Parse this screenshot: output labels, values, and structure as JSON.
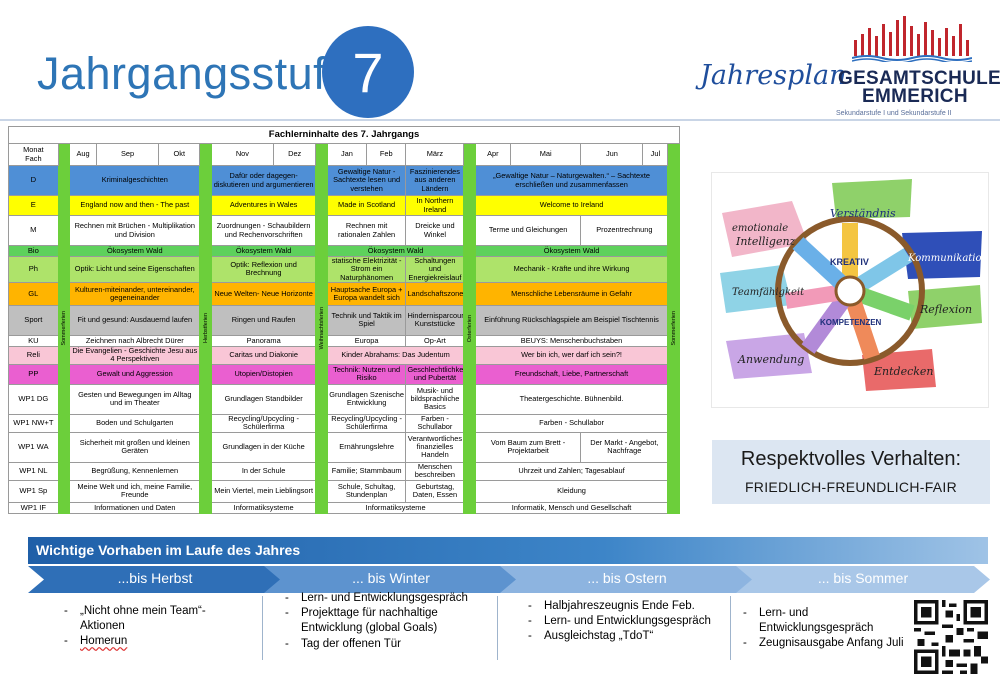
{
  "header": {
    "title": "Jahrgangsstufe",
    "grade": "7",
    "logo_script": "Jahresplan",
    "logo_name_line1": "GESAMTSCHULE",
    "logo_name_line2": "EMMERICH",
    "logo_sub": "Sekundarstufe I und Sekundarstufe II"
  },
  "table": {
    "title": "Fachlerninhalte des  7. Jahrgangs",
    "corner_line1": "Monat",
    "corner_line2": "Fach",
    "months": {
      "aug": "Aug",
      "sep": "Sep",
      "okt": "Okt",
      "nov": "Nov",
      "dez": "Dez",
      "jan": "Jan",
      "feb": "Feb",
      "maerz": "März",
      "apr": "Apr",
      "mai": "Mai",
      "jun": "Jun",
      "jul": "Jul"
    },
    "breaks": {
      "b1": "Sommerferien",
      "b2": "Herbstferien",
      "b3": "Weihnachtsferien",
      "b4": "Osterferien",
      "b5": "Sommerferien"
    },
    "rows": [
      {
        "subject": "D",
        "color": "#4f8fd6",
        "p1": "Kriminalgeschichten",
        "p2": "Dafür oder dagegen- diskutieren und argumentieren",
        "p3a": "Gewaltige Natur - Sachtexte lesen und verstehen",
        "p3b": "Faszinierendes aus anderen Ländern",
        "p4": "„Gewaltige Natur – Naturgewalten.“ – Sachtexte erschließen und zusammenfassen"
      },
      {
        "subject": "E",
        "color": "#ffff00",
        "p1": "England now and then - The past",
        "p2": "Adventures in Wales",
        "p3a": "Made in Scotland",
        "p3b": "In Northern Ireland",
        "p4": "Welcome to Ireland"
      },
      {
        "subject": "M",
        "color": "#ffffff",
        "p1": "Rechnen mit Brüchen - Multiplikation und Division",
        "p2": "Zuordnungen - Schaubildern und Rechenvorschriften",
        "p3a": "Rechnen mit rationalen Zahlen",
        "p3b": "Dreicke und Winkel",
        "p4a": "Terme und Gleichungen",
        "p4b": "Prozentrechnung"
      },
      {
        "subject": "Bio",
        "color": "#5ed15c",
        "p1": "Ökosystem Wald",
        "p2": "Ökosystem Wald",
        "p3": "Ökosystem Wald",
        "p4": "Ökosystem Wald"
      },
      {
        "subject": "Ph",
        "color": "#aee36a",
        "p1": "Optik: Licht und seine Eigenschaften",
        "p2": "Optik: Reflexion und Brechnung",
        "p3a": "statische Elektrizität - Strom ein Naturphänomen",
        "p3b": "Schaltungen und Energiekreislauf",
        "p4": "Mechanik - Kräfte und ihre Wirkung"
      },
      {
        "subject": "GL",
        "color": "#ffb400",
        "p1": "Kulturen-miteinander, untereinander, gegeneinander",
        "p2": "Neue Welten- Neue Horizonte",
        "p3a": "Hauptsache Europa + Europa wandelt sich",
        "p3b": "Landschaftszonen",
        "p4": "Menschliche Lebensräume in Gefahr"
      },
      {
        "subject": "Sport",
        "color": "#bfbfbf",
        "p1": "Fit und gesund: Ausdauernd laufen",
        "p2": "Ringen und Raufen",
        "p3a": "Technik und Taktik im Spiel",
        "p3b": "Hindernisparcours/Akrobatisches Kunststücke",
        "p4": "Einführung Rückschlagspiele am Beispiel Tischtennis"
      },
      {
        "subject": "KU",
        "color": "#ffffff",
        "p1": "Zeichnen nach Albrecht Dürer",
        "p2": "Panorama",
        "p3a": "Europa",
        "p3b": "Op-Art",
        "p4": "BEUYS: Menschenbuchstaben"
      },
      {
        "subject": "Reli",
        "color": "#f9c6d6",
        "p1": "Die Evangelien - Geschichte Jesu aus 4 Perspektiven",
        "p2": "Caritas und Diakonie",
        "p3": "Kinder Abrahams: Das Judentum",
        "p4": "Wer bin ich, wer darf ich sein?!"
      },
      {
        "subject": "PP",
        "color": "#ea5fd0",
        "p1": "Gewalt und Aggression",
        "p2": "Utopien/Distopien",
        "p3a": "Technik: Nutzen und Risiko",
        "p3b": "Geschlechtlichkeit und Pubertät",
        "p4": "Freundschaft, Liebe, Partnerschaft"
      },
      {
        "subject": "WP1 DG",
        "color": "#ffffff",
        "p1": "Gesten und Bewegungen im Alltag und im Theater",
        "p2": "Grundlagen Standbilder",
        "p3a": "Grundlagen Szenische Entwicklung",
        "p3b": "Musik- und bildsprachliche Basics",
        "p4": "Theatergeschichte. Bühnenbild."
      },
      {
        "subject": "WP1 NW+T",
        "color": "#ffffff",
        "p1": "Boden und Schulgarten",
        "p2": "Recycling/Upcycling - Schülerfirma",
        "p3a": "Recycling/Upcycling - Schülerfirma",
        "p3b": "Farben - Schullabor",
        "p4": "Farben - Schullabor"
      },
      {
        "subject": "WP1 WA",
        "color": "#ffffff",
        "p1": "Sicherheit mit großen und kleinen Geräten",
        "p2": "Grundlagen in der Küche",
        "p3a": "Ernährungslehre",
        "p3b": "Verantwortliches finanzielles Handeln",
        "p4a": "Vom Baum zum Brett - Projektarbeit",
        "p4b": "Der Markt - Angebot, Nachfrage"
      },
      {
        "subject": "WP1 NL",
        "color": "#ffffff",
        "p1": "Begrüßung, Kennenlernen",
        "p2": "In der Schule",
        "p3a": "Familie; Stammbaum",
        "p3b": "Menschen beschreiben",
        "p4": "Uhrzeit und Zahlen; Tagesablauf"
      },
      {
        "subject": "WP1 Sp",
        "color": "#ffffff",
        "p1": "Meine Welt und ich, meine Familie, Freunde",
        "p2": "Mein Viertel, mein Lieblingsort",
        "p3a": "Schule, Schultag, Stundenplan",
        "p3b": "Geburtstag, Daten, Essen",
        "p4": "Kleidung"
      },
      {
        "subject": "WP1 IF",
        "color": "#ffffff",
        "p1": "Informationen und Daten",
        "p2": "Informatiksysteme",
        "p3": "Informatiksysteme",
        "p4": "Informatik, Mensch und Gesellschaft"
      }
    ]
  },
  "competence_panel": {
    "words": [
      "Verständnis",
      "emotionale Intelligenz",
      "Kommunikation",
      "Teamfähigkeit",
      "KREATIV",
      "KOMPETENZEN",
      "Reflexion",
      "Anwendung",
      "Entdecken"
    ]
  },
  "respect": {
    "line1": "Respektvolles Verhalten:",
    "line2": "FRIEDLICH-FREUNDLICH-FAIR"
  },
  "vorhaben": {
    "title": "Wichtige Vorhaben im Laufe des Jahres",
    "phases": [
      {
        "label": "...bis Herbst",
        "items": [
          "„Nicht ohne mein Team“- Aktionen",
          "Homerun"
        ]
      },
      {
        "label": "... bis Winter",
        "items": [
          "Lern- und Entwicklungsgespräch",
          "Projekttage für nachhaltige Entwicklung (global Goals)",
          "Tag der offenen Tür"
        ]
      },
      {
        "label": "... bis Ostern",
        "items": [
          "Halbjahreszeugnis Ende Feb.",
          "Lern- und Entwicklungsgespräch",
          "Ausgleichstag „TdoT“"
        ]
      },
      {
        "label": "... bis Sommer",
        "items": [
          "Lern- und Entwicklungsgespräch",
          "Zeugnisausgabe Anfang Juli"
        ]
      }
    ]
  },
  "colors": {
    "title_blue": "#2e75b6",
    "circle_blue": "#2e6fbf",
    "break_green": "#6ccf3b",
    "banner_blue": "#1f5fa8"
  }
}
